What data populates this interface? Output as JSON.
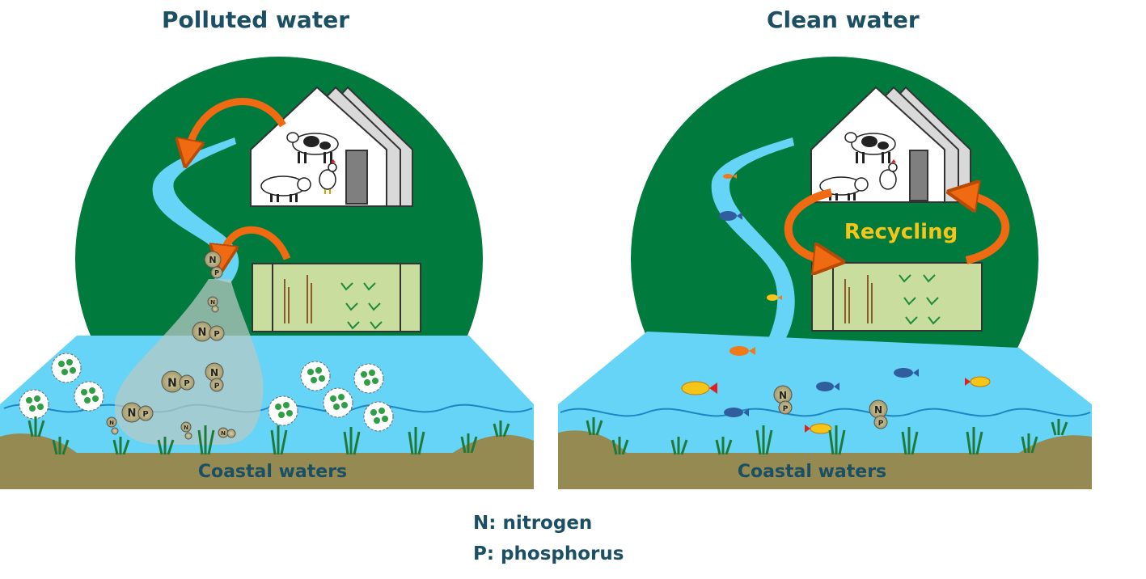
{
  "titles": {
    "left": "Polluted water",
    "right": "Clean water"
  },
  "labels": {
    "coastal_left": "Coastal waters",
    "coastal_right": "Coastal waters",
    "recycling": "Recycling",
    "nutrient_n": "N",
    "nutrient_p": "P"
  },
  "legend": {
    "n": "N: nitrogen",
    "p": "P: phosphorus"
  },
  "colors": {
    "land_green": "#007a3d",
    "water_blue": "#66d4f7",
    "sediment": "#948a52",
    "arrow_orange": "#f06a12",
    "recycling_text": "#f5c518",
    "title_text": "#1b4f63"
  }
}
